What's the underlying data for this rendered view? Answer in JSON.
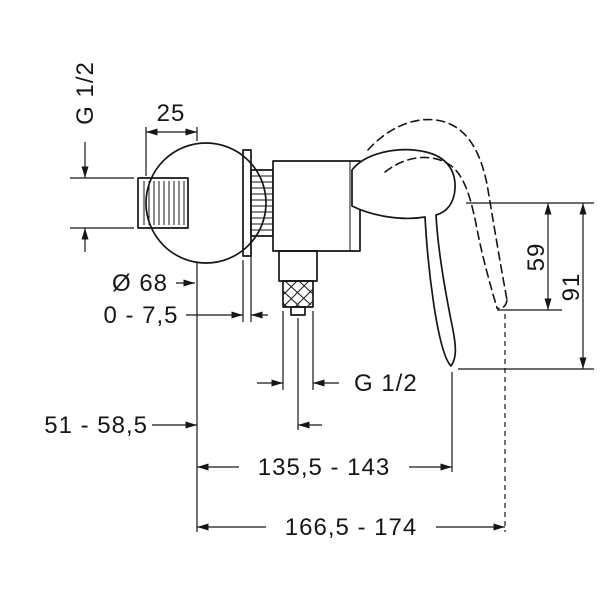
{
  "drawing": {
    "title": "shower-mixer-dimensional-drawing",
    "background": "#ffffff",
    "line_color": "#161616",
    "labels": {
      "inlet_thread": "G 1/2",
      "nipple_length": "25",
      "escutcheon_diameter": "Ø 68",
      "adjust_gap": "0 - 7,5",
      "wall_to_outlet": "51 - 58,5",
      "outlet_thread": "G 1/2",
      "drop_open": "59",
      "drop_closed": "91",
      "depth_closed": "135,5 - 143",
      "depth_open": "166,5 - 174"
    }
  }
}
